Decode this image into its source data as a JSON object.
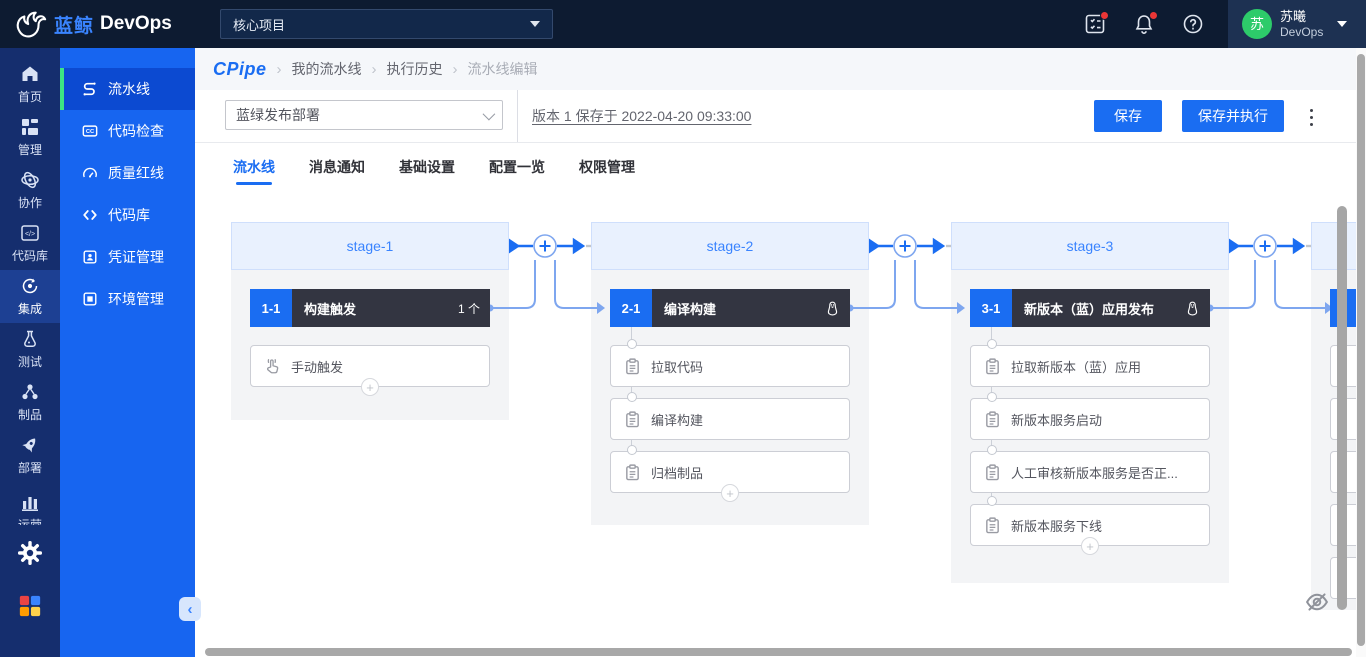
{
  "glyphs": {
    "plus": "+",
    "chevron_left": "‹",
    "crumb_sep": "›"
  },
  "colors": {
    "accent": "#1a6df2",
    "navbar_bg": "#0d1b31",
    "primary_sidebar_bg": "#152e6e",
    "secondary_sidebar_bg": "#1765f0",
    "active_green_border": "#3ce584",
    "avatar_green": "#2dcb6a",
    "notification_red": "#ea3636",
    "stage_header_bg": "#e9f1fe",
    "job_header_bg": "#333541"
  },
  "navbar": {
    "brand_cn": "蓝鲸",
    "brand_en": "DevOps",
    "project": "核心项目",
    "action_icons": [
      "todo-list-icon",
      "bell-icon",
      "help-icon"
    ],
    "user": {
      "avatar": "苏",
      "name": "苏曦",
      "org": "DevOps"
    }
  },
  "primary_sidebar": {
    "items": [
      {
        "label": "首页"
      },
      {
        "label": "管理"
      },
      {
        "label": "协作"
      },
      {
        "label": "代码库"
      },
      {
        "label": "集成",
        "active": true
      },
      {
        "label": "测试"
      },
      {
        "label": "制品"
      },
      {
        "label": "部署"
      },
      {
        "label": "运营"
      }
    ]
  },
  "secondary_sidebar": {
    "items": [
      {
        "label": "流水线",
        "active": true
      },
      {
        "label": "代码检查"
      },
      {
        "label": "质量红线"
      },
      {
        "label": "代码库"
      },
      {
        "label": "凭证管理"
      },
      {
        "label": "环境管理"
      }
    ]
  },
  "breadcrumb": {
    "logo": "CPipe",
    "items": [
      "我的流水线",
      "执行历史",
      "流水线编辑"
    ]
  },
  "toolbar": {
    "pipeline_select": "蓝绿发布部署",
    "version_text": "版本 1 保存于 2022-04-20 09:33:00",
    "save": "保存",
    "save_and_run": "保存并执行"
  },
  "tabs": [
    "流水线",
    "消息通知",
    "基础设置",
    "配置一览",
    "权限管理"
  ],
  "pipeline": {
    "stages": [
      {
        "name": "stage-1",
        "job": {
          "id": "1-1",
          "title": "构建触发",
          "count": "1 个",
          "tasks": [
            "手动触发"
          ]
        }
      },
      {
        "name": "stage-2",
        "job": {
          "id": "2-1",
          "title": "编译构建",
          "os": "linux",
          "tasks": [
            "拉取代码",
            "编译构建",
            "归档制品"
          ]
        }
      },
      {
        "name": "stage-3",
        "job": {
          "id": "3-1",
          "title": "新版本（蓝）应用发布",
          "os": "linux",
          "tasks": [
            "拉取新版本（蓝）应用",
            "新版本服务启动",
            "人工审核新版本服务是否正...",
            "新版本服务下线"
          ]
        }
      },
      {
        "name": "",
        "job": {
          "id": "",
          "title": "",
          "tasks": [
            "",
            "",
            "",
            "",
            ""
          ]
        }
      }
    ]
  }
}
